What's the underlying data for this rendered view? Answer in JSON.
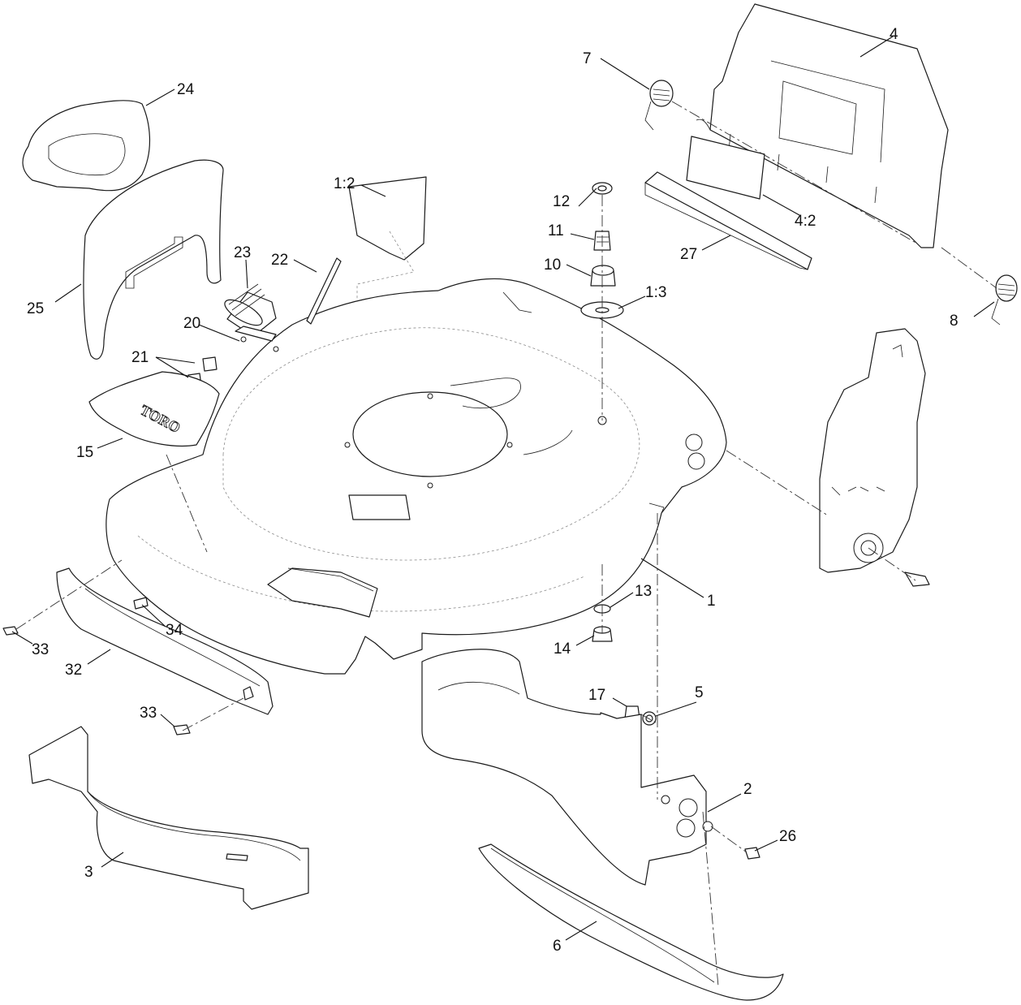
{
  "diagram": {
    "logo_text": "TORO",
    "callouts": {
      "c1": "1",
      "c1_2": "1:2",
      "c1_3": "1:3",
      "c2": "2",
      "c3": "3",
      "c4": "4",
      "c4_2": "4:2",
      "c5": "5",
      "c6": "6",
      "c7": "7",
      "c8": "8",
      "c10": "10",
      "c11": "11",
      "c12": "12",
      "c13": "13",
      "c14": "14",
      "c15": "15",
      "c17": "17",
      "c20": "20",
      "c21": "21",
      "c22": "22",
      "c23": "23",
      "c24": "24",
      "c25": "25",
      "c26": "26",
      "c27": "27",
      "c32": "32",
      "c33a": "33",
      "c33b": "33",
      "c34": "34"
    }
  }
}
